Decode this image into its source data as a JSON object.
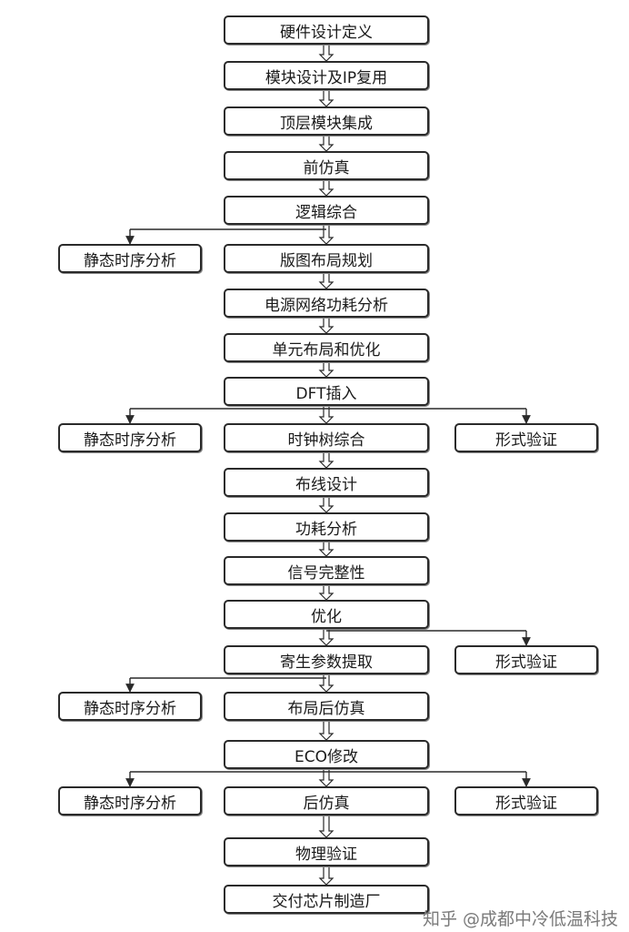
{
  "flow": {
    "steps": [
      "硬件设计定义",
      "模块设计及IP复用",
      "顶层模块集成",
      "前仿真",
      "逻辑综合",
      "版图布局规划",
      "电源网络功耗分析",
      "单元布局和优化",
      "DFT插入",
      "时钟树综合",
      "布线设计",
      "功耗分析",
      "信号完整性",
      "优化",
      "寄生参数提取",
      "布局后仿真",
      "ECO修改",
      "后仿真",
      "物理验证",
      "交付芯片制造厂"
    ],
    "branches": {
      "sta_1": "静态时序分析",
      "sta_2": "静态时序分析",
      "formal_1": "形式验证",
      "formal_2": "形式验证",
      "sta_3": "静态时序分析",
      "sta_4": "静态时序分析",
      "formal_3": "形式验证"
    }
  },
  "watermark": "知乎 @成都中冷低温科技"
}
